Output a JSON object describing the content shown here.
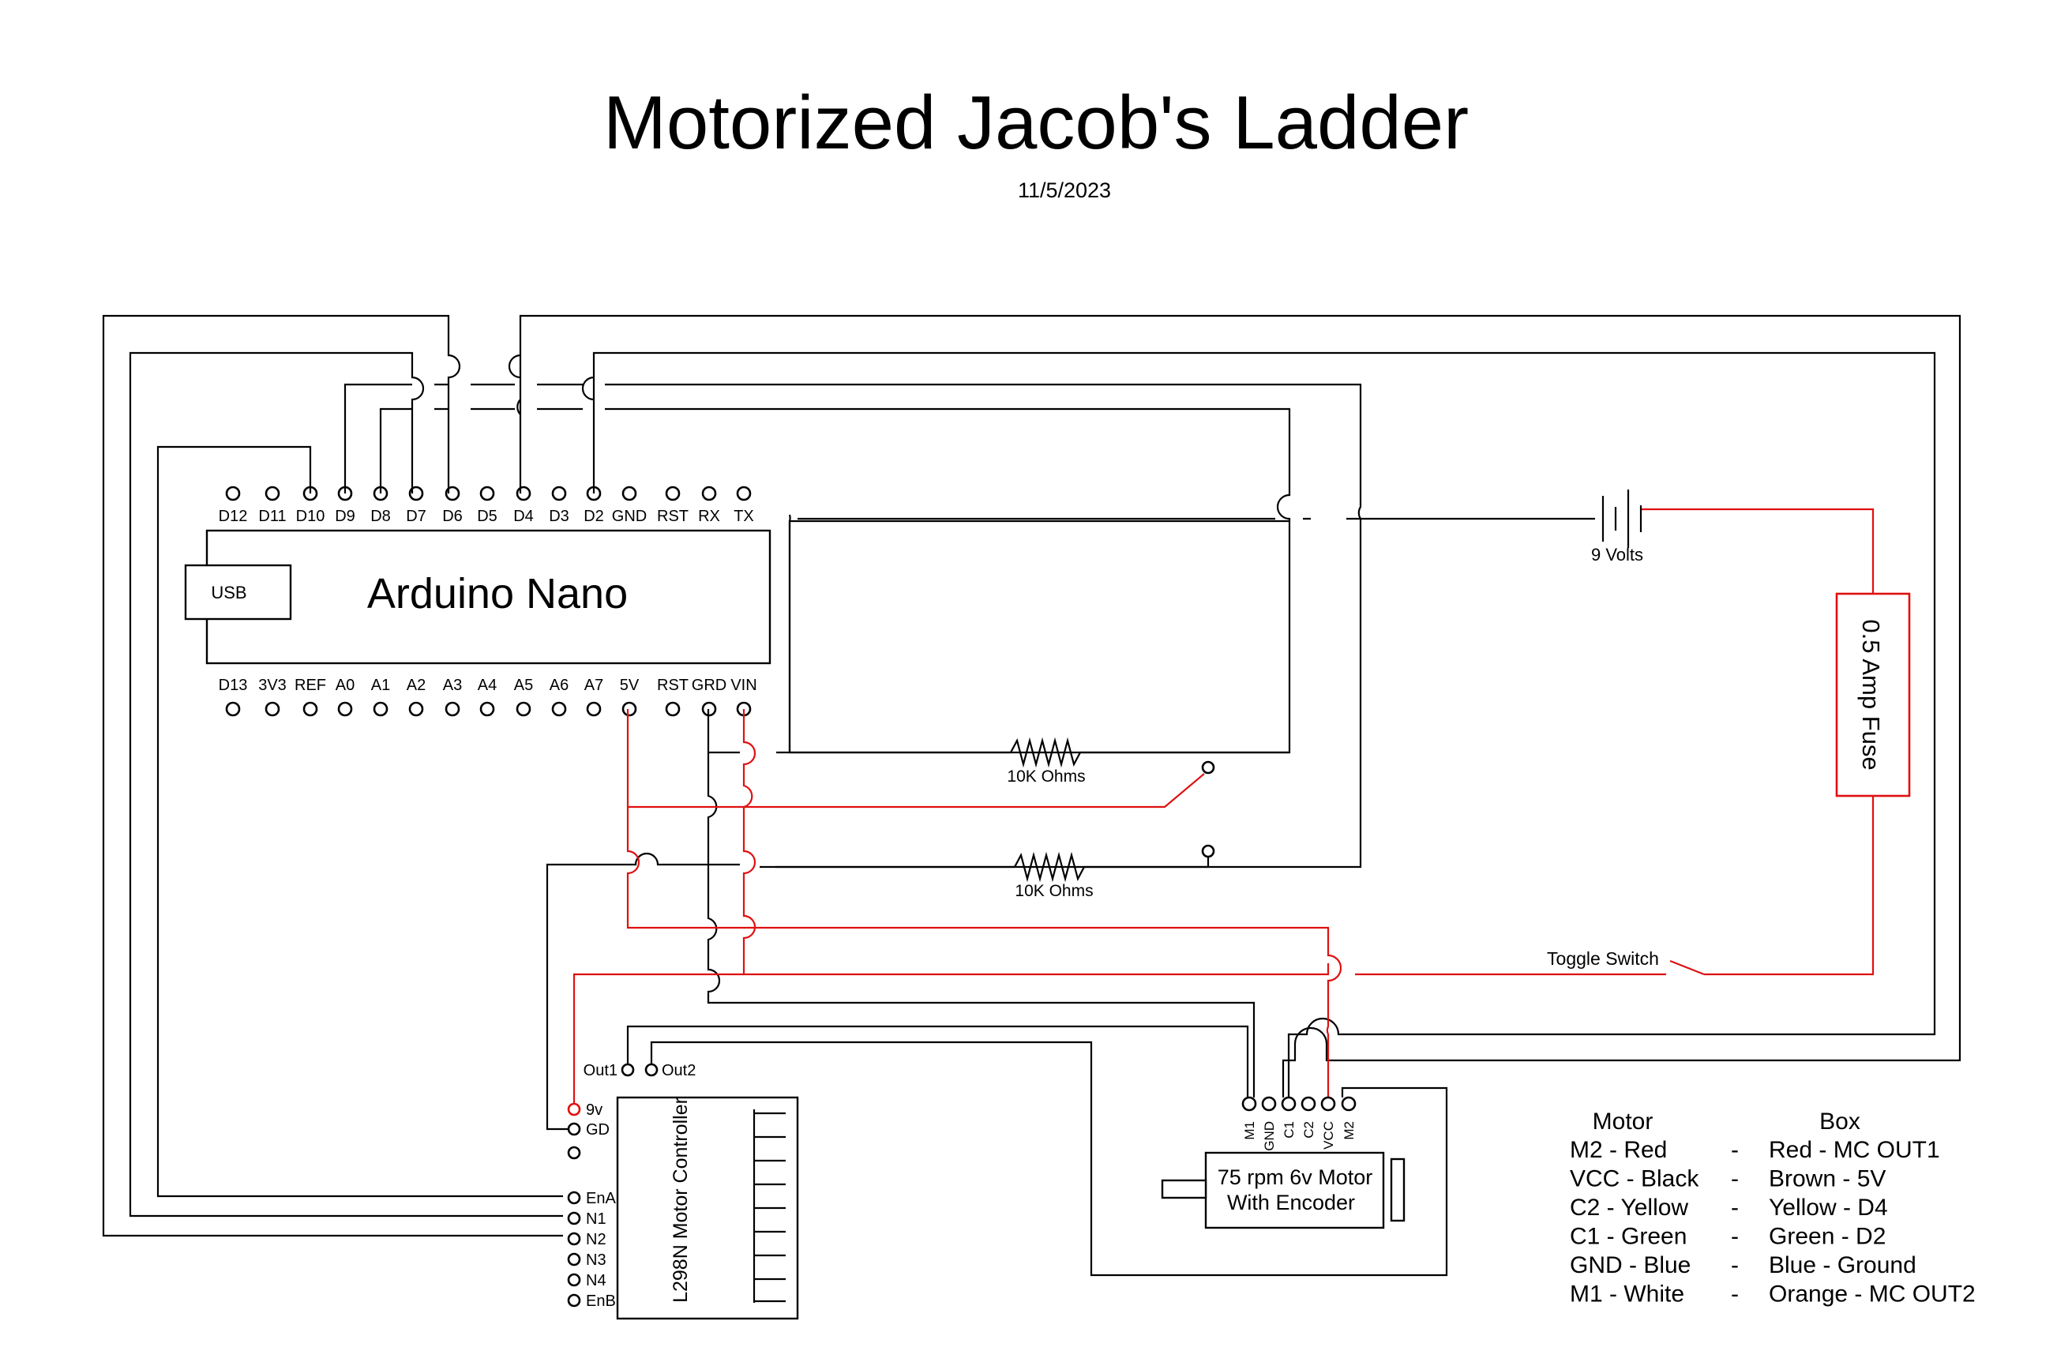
{
  "title": "Motorized Jacob's Ladder",
  "date": "11/5/2023",
  "arduino": {
    "name": "Arduino Nano",
    "usb": "USB",
    "top_pins": [
      "D12",
      "D11",
      "D10",
      "D9",
      "D8",
      "D7",
      "D6",
      "D5",
      "D4",
      "D3",
      "D2",
      "GND",
      "RST",
      "RX",
      "TX"
    ],
    "bottom_pins": [
      "D13",
      "3V3",
      "REF",
      "A0",
      "A1",
      "A2",
      "A3",
      "A4",
      "A5",
      "A6",
      "A7",
      "5V",
      "RST",
      "GRD",
      "VIN"
    ]
  },
  "battery": {
    "label": "9 Volts"
  },
  "fuse": {
    "label": "0.5 Amp Fuse"
  },
  "resistors": [
    "10K Ohms",
    "10K Ohms"
  ],
  "toggle": {
    "label": "Toggle Switch"
  },
  "motor_controller": {
    "name": "L298N Motor Controller",
    "outputs": [
      "Out1",
      "Out2"
    ],
    "power_pins": [
      "9v",
      "GD"
    ],
    "control_pins": [
      "EnA",
      "N1",
      "N2",
      "N3",
      "N4",
      "EnB"
    ]
  },
  "motor": {
    "line1": "75 rpm 6v Motor",
    "line2": "With Encoder",
    "pins": [
      "M1",
      "GND",
      "C1",
      "C2",
      "VCC",
      "M2"
    ]
  },
  "table": {
    "head_motor": "Motor",
    "head_box": "Box",
    "rows": [
      {
        "motor": "M2 - Red",
        "sep": "-",
        "box": "Red - MC OUT1"
      },
      {
        "motor": "VCC - Black",
        "sep": "-",
        "box": "Brown - 5V"
      },
      {
        "motor": "C2 - Yellow",
        "sep": "-",
        "box": "Yellow - D4"
      },
      {
        "motor": "C1 - Green",
        "sep": "-",
        "box": "Green - D2"
      },
      {
        "motor": "GND - Blue",
        "sep": "-",
        "box": "Blue - Ground"
      },
      {
        "motor": "M1 - White",
        "sep": "-",
        "box": "Orange - MC OUT2"
      }
    ]
  }
}
